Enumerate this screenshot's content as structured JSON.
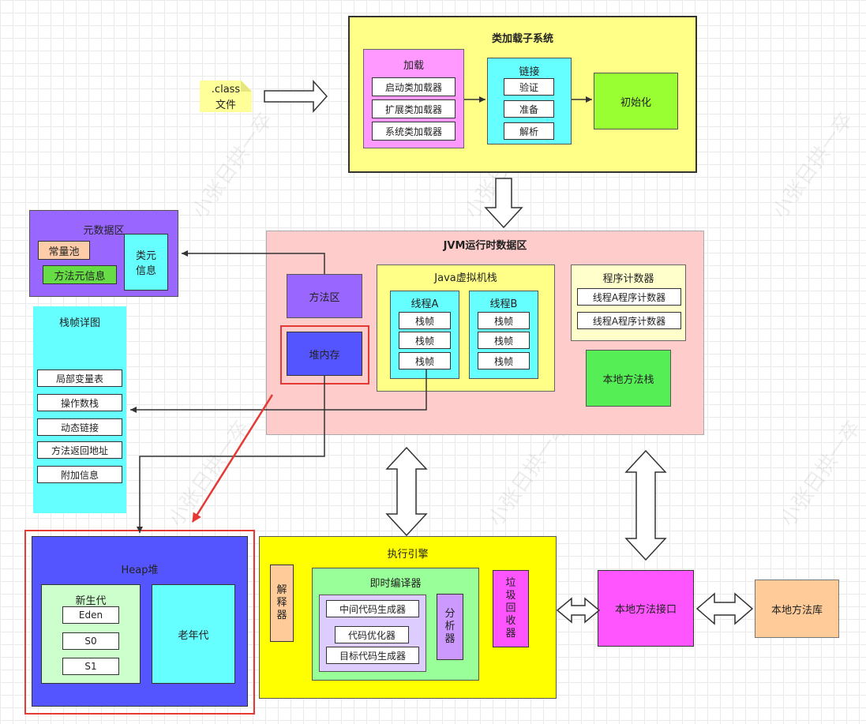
{
  "class_file": {
    "label_line1": ".class",
    "label_line2": "文件"
  },
  "class_loader": {
    "title": "类加载子系统",
    "loading": {
      "title": "加载",
      "items": [
        "启动类加载器",
        "扩展类加载器",
        "系统类加载器"
      ]
    },
    "linking": {
      "title": "链接",
      "items": [
        "验证",
        "准备",
        "解析"
      ]
    },
    "init": "初始化"
  },
  "runtime": {
    "title": "JVM运行时数据区",
    "method_area": "方法区",
    "heap_memory": "堆内存",
    "java_stack": {
      "title": "Java虚拟机栈",
      "thread_a": {
        "title": "线程A",
        "frames": [
          "栈帧",
          "栈帧",
          "栈帧"
        ]
      },
      "thread_b": {
        "title": "线程B",
        "frames": [
          "栈帧",
          "栈帧",
          "栈帧"
        ]
      }
    },
    "pc": {
      "title": "程序计数器",
      "items": [
        "线程A程序计数器",
        "线程A程序计数器"
      ]
    },
    "native_stack": "本地方法栈"
  },
  "metadata": {
    "title": "元数据区",
    "const_pool": "常量池",
    "method_meta": "方法元信息",
    "class_meta_line1": "类元",
    "class_meta_line2": "信息"
  },
  "stack_frame": {
    "title": "栈帧详图",
    "items": [
      "局部变量表",
      "操作数栈",
      "动态链接",
      "方法返回地址",
      "附加信息"
    ]
  },
  "heap": {
    "title": "Heap堆",
    "young": {
      "title": "新生代",
      "items": [
        "Eden",
        "S0",
        "S1"
      ]
    },
    "old": "老年代"
  },
  "engine": {
    "title": "执行引擎",
    "interpreter": [
      "解",
      "释",
      "器"
    ],
    "jit": {
      "title": "即时编译器",
      "items": [
        "中间代码生成器",
        "代码优化器",
        "目标代码生成器"
      ],
      "analyzer": [
        "分",
        "析",
        "器"
      ]
    },
    "gc": [
      "垃",
      "圾",
      "回",
      "收",
      "器"
    ]
  },
  "native_interface": "本地方法接口",
  "native_lib": "本地方法库",
  "watermark": "小张日拱一卒",
  "colors": {
    "yellow": "#ffff88",
    "pink": "#ff99ff",
    "cyan": "#66ffff",
    "green_init": "#99ff33",
    "runtime_bg": "#ffcccc",
    "purple": "#9966ff",
    "heap_blue": "#5555ff",
    "engine_yellow": "#ffff00",
    "magenta": "#ff55ff",
    "orange": "#ffcc99",
    "red": "#e53935"
  }
}
